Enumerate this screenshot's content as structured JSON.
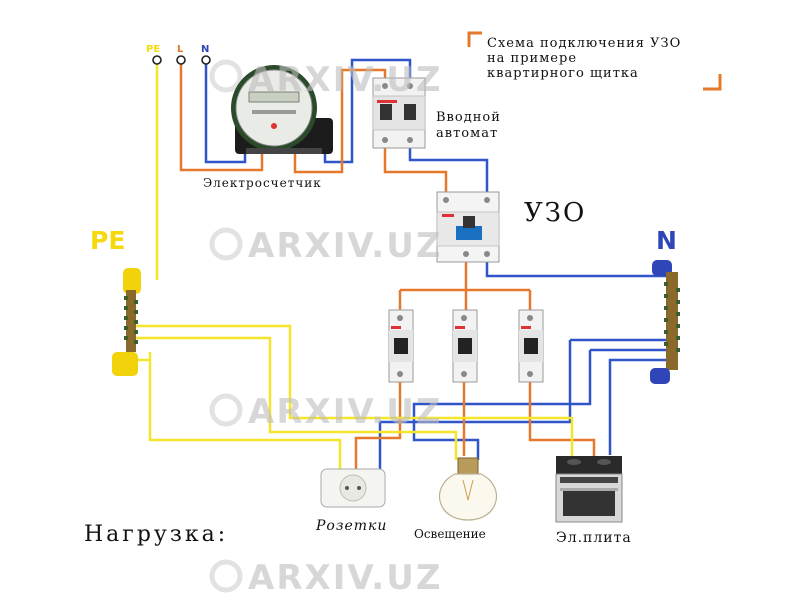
{
  "title_lines": [
    "Схема подключения УЗО",
    "на примере",
    "квартирного щитка"
  ],
  "input_breaker_lines": [
    "Вводной",
    "автомат"
  ],
  "rcd_label": "УЗО",
  "meter_label": "Электросчетчик",
  "terminals": {
    "pe": "PE",
    "l": "L",
    "n": "N"
  },
  "bus_labels": {
    "pe": "PE",
    "n": "N"
  },
  "load_label": "Нагрузка:",
  "loads": {
    "sockets": "Розетки",
    "lighting": "Освещение",
    "stove": "Эл.плита"
  },
  "watermark": "ARXIV.UZ",
  "colors": {
    "pe_wire": "#f5e52a",
    "l_wire": "#e5782a",
    "n_wire": "#2f55c8",
    "accent_corner": "#e5782a"
  }
}
